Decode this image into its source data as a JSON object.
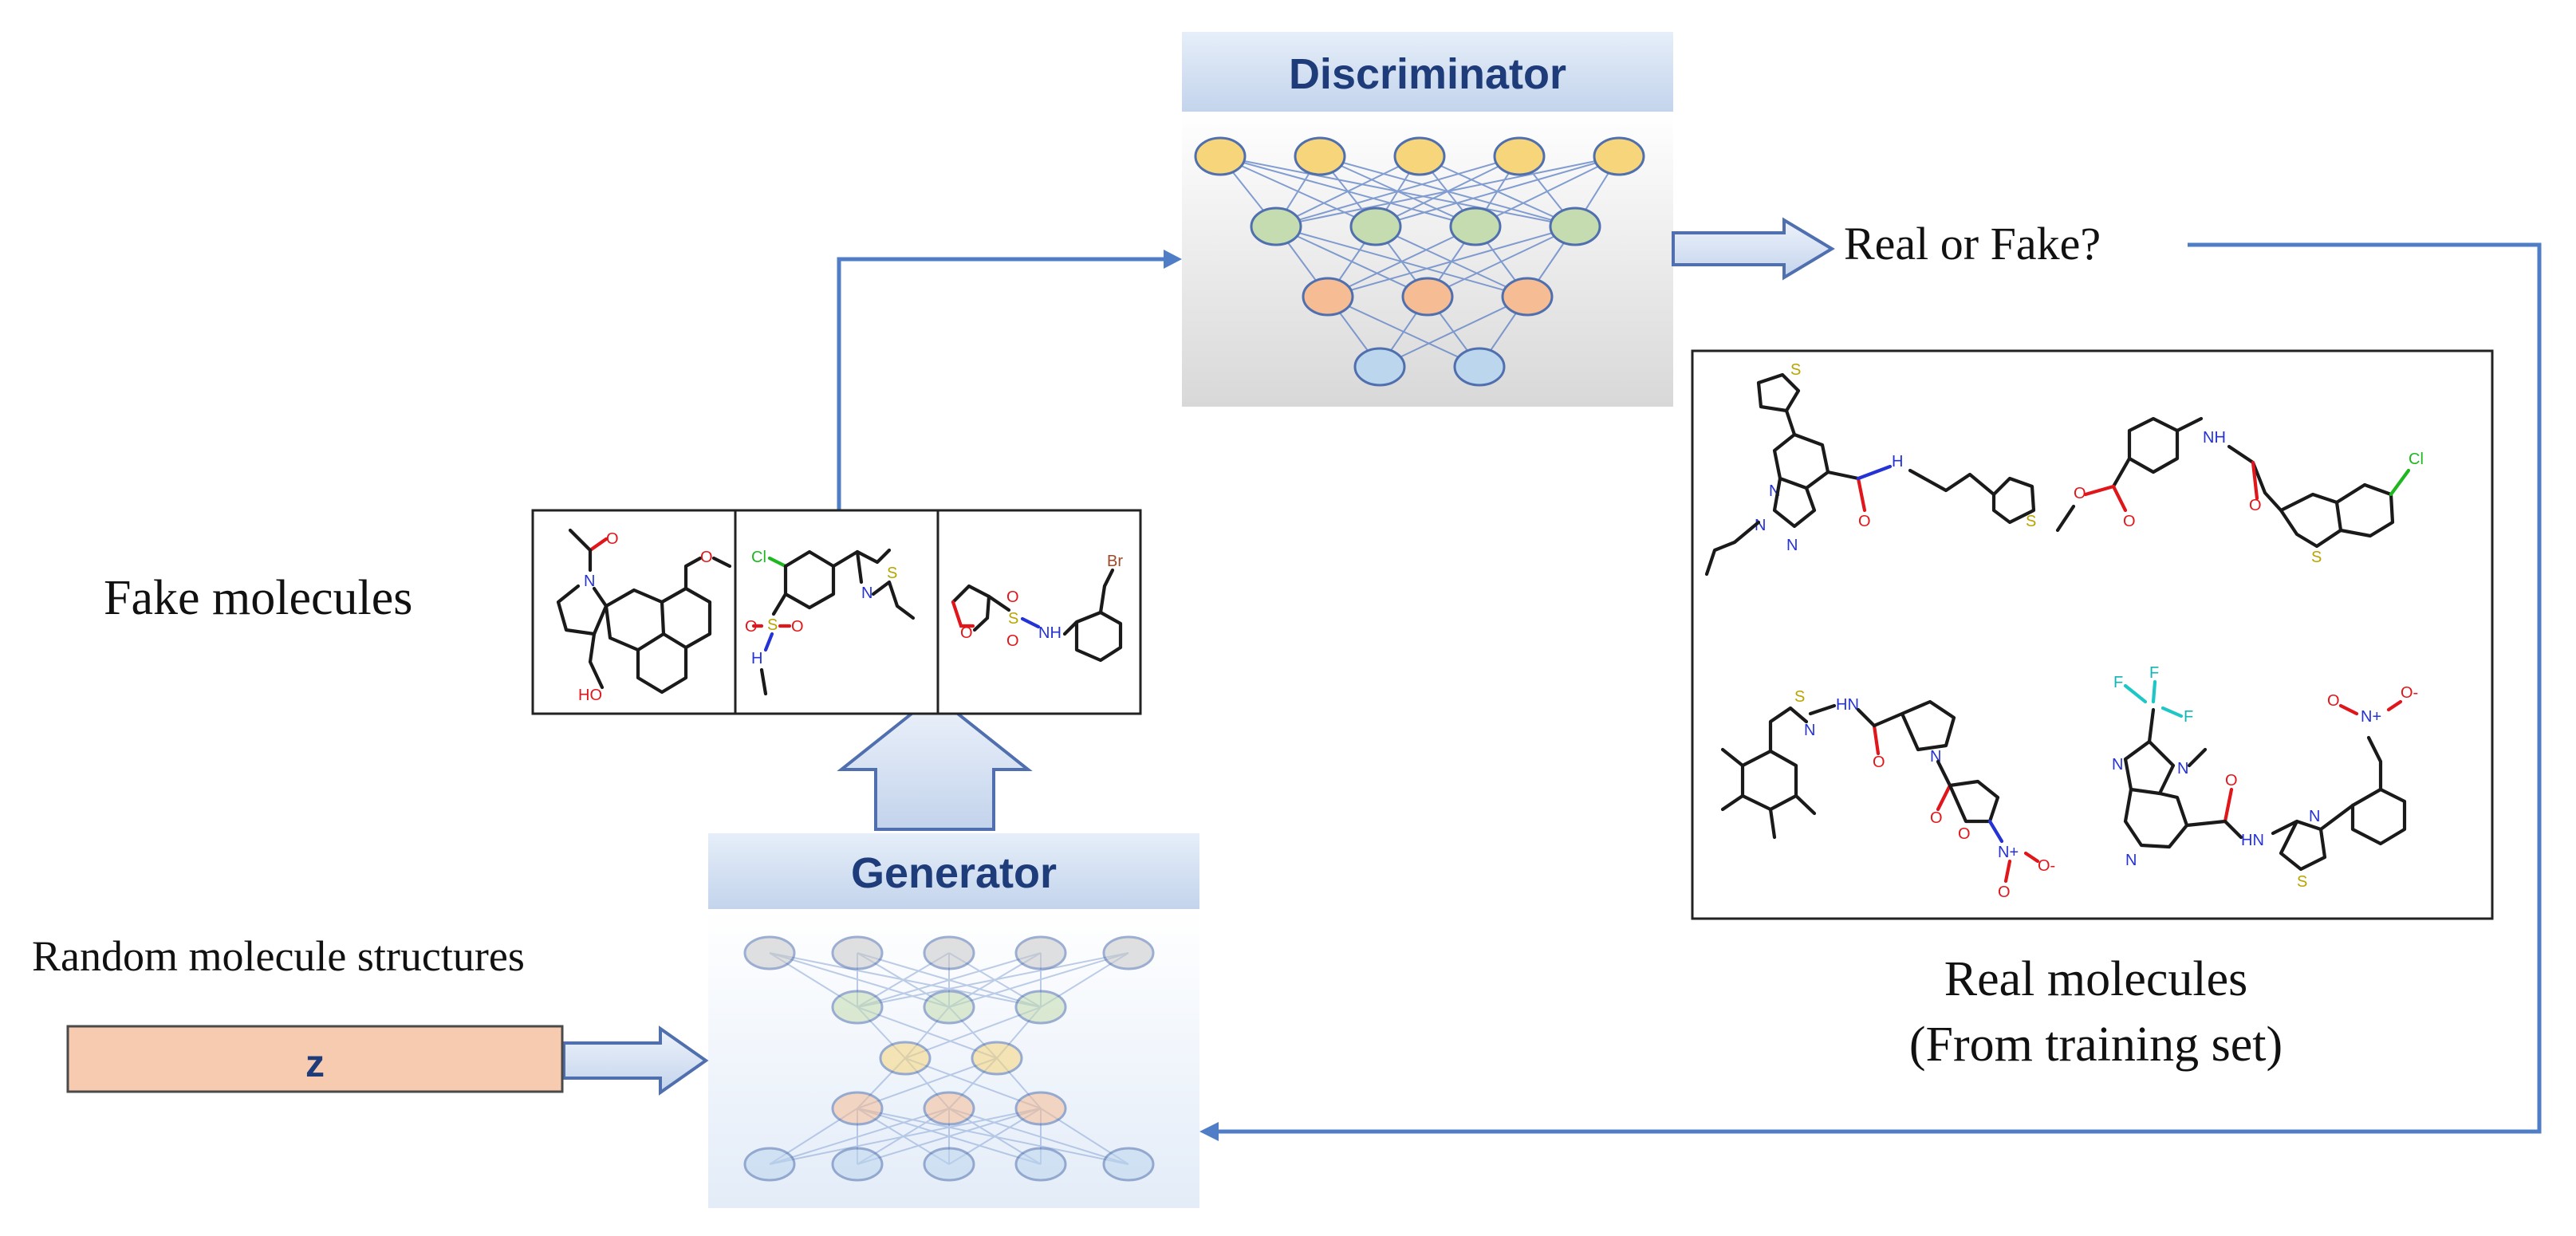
{
  "discriminator": {
    "title": "Discriminator"
  },
  "generator": {
    "title": "Generator"
  },
  "verdict": {
    "text": "Real or Fake?"
  },
  "fake_molecules": {
    "label": "Fake molecules"
  },
  "real_molecules": {
    "line1": "Real molecules",
    "line2": "(From training set)"
  },
  "noise": {
    "caption": "Random molecule structures",
    "symbol": "z"
  },
  "atoms": {
    "O": "O",
    "N": "N",
    "S": "S",
    "F": "F",
    "Cl": "Cl",
    "Br": "Br",
    "HO": "HO",
    "H": "H",
    "NH": "NH",
    "HN": "HN",
    "N_plus": "N+",
    "O_minus": "O-"
  },
  "colors": {
    "flow_line": "#4f7ec7",
    "header_bg": "#c9d8ee",
    "header_text": "#1f3c7a",
    "noise_bar": "#f6cbb0",
    "node_yellow": "#f7d57a",
    "node_green": "#c4dcb0",
    "node_orange": "#f6bc93",
    "node_blue": "#bcd6ee",
    "node_grey": "#c8c8c8"
  }
}
